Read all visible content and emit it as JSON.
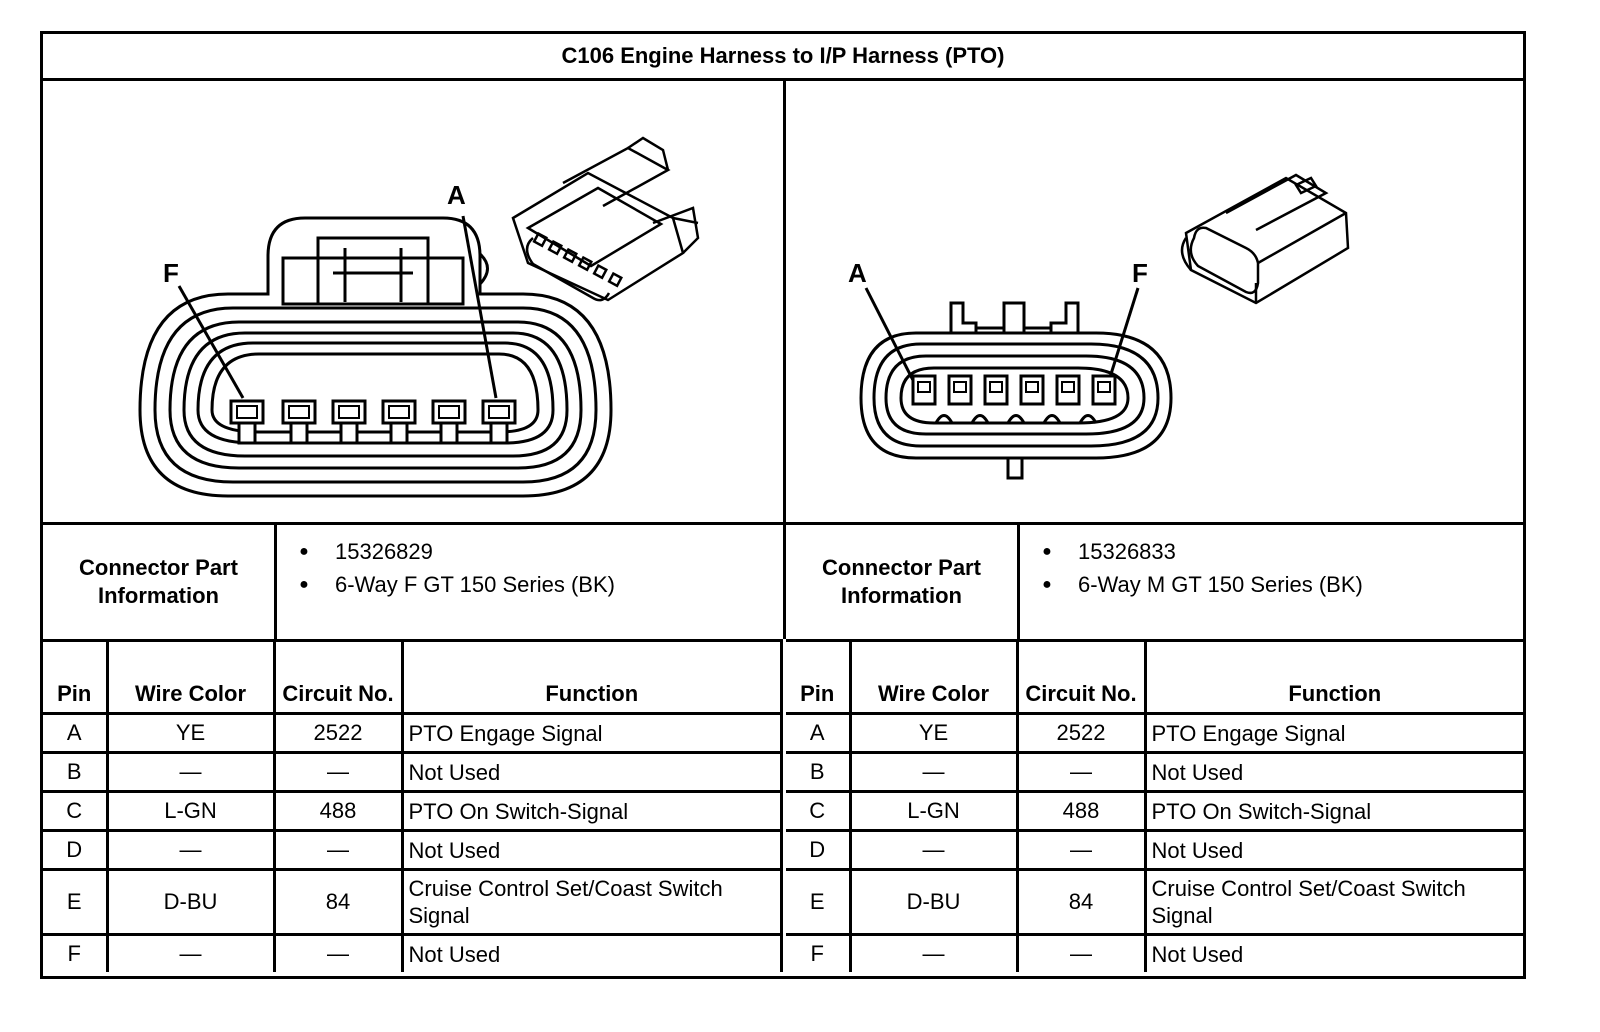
{
  "title": "C106 Engine Harness to I/P Harness (PTO)",
  "left": {
    "diagram": {
      "label_f": "F",
      "label_a": "A"
    },
    "info_heading": "Connector Part Information",
    "info_items": [
      "15326829",
      "6-Way F GT 150 Series (BK)"
    ],
    "headers": {
      "pin": "Pin",
      "wire_color": "Wire Color",
      "circuit": "Circuit No.",
      "function": "Function"
    },
    "rows": [
      {
        "pin": "A",
        "wire": "YE",
        "circuit": "2522",
        "function": "PTO Engage Signal"
      },
      {
        "pin": "B",
        "wire": "—",
        "circuit": "—",
        "function": "Not Used"
      },
      {
        "pin": "C",
        "wire": "L-GN",
        "circuit": "488",
        "function": "PTO On Switch-Signal"
      },
      {
        "pin": "D",
        "wire": "—",
        "circuit": "—",
        "function": "Not Used"
      },
      {
        "pin": "E",
        "wire": "D-BU",
        "circuit": "84",
        "function": "Cruise Control Set/Coast Switch Signal"
      },
      {
        "pin": "F",
        "wire": "—",
        "circuit": "—",
        "function": "Not Used"
      }
    ]
  },
  "right": {
    "diagram": {
      "label_a": "A",
      "label_f": "F"
    },
    "info_heading": "Connector Part Information",
    "info_items": [
      "15326833",
      "6-Way M GT 150 Series (BK)"
    ],
    "headers": {
      "pin": "Pin",
      "wire_color": "Wire Color",
      "circuit": "Circuit No.",
      "function": "Function"
    },
    "rows": [
      {
        "pin": "A",
        "wire": "YE",
        "circuit": "2522",
        "function": "PTO Engage Signal"
      },
      {
        "pin": "B",
        "wire": "—",
        "circuit": "—",
        "function": "Not Used"
      },
      {
        "pin": "C",
        "wire": "L-GN",
        "circuit": "488",
        "function": "PTO On Switch-Signal"
      },
      {
        "pin": "D",
        "wire": "—",
        "circuit": "—",
        "function": "Not Used"
      },
      {
        "pin": "E",
        "wire": "D-BU",
        "circuit": "84",
        "function": "Cruise Control Set/Coast Switch Signal"
      },
      {
        "pin": "F",
        "wire": "—",
        "circuit": "—",
        "function": "Not Used"
      }
    ]
  }
}
